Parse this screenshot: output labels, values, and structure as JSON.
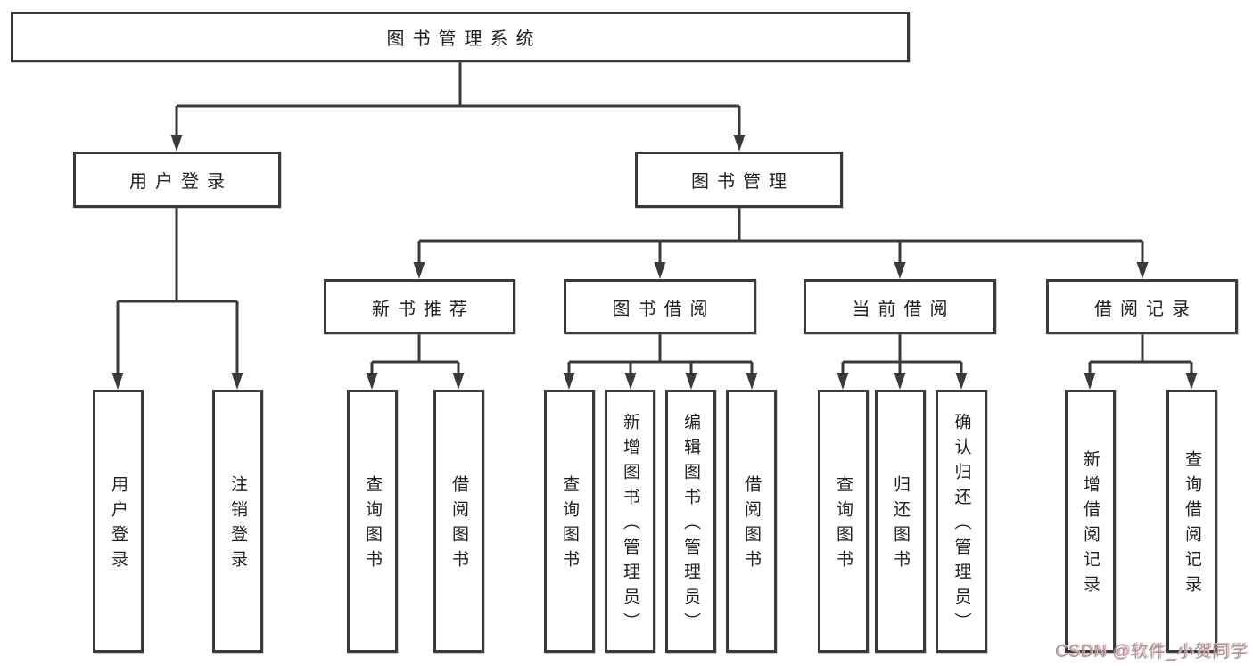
{
  "tree": {
    "root": {
      "label": "图书管理系统",
      "children": [
        {
          "label": "用户登录",
          "children": [
            {
              "label": "用户登录"
            },
            {
              "label": "注销登录"
            }
          ]
        },
        {
          "label": "图书管理",
          "children": [
            {
              "label": "新书推荐",
              "children": [
                {
                  "label": "查询图书"
                },
                {
                  "label": "借阅图书"
                }
              ]
            },
            {
              "label": "图书借阅",
              "children": [
                {
                  "label": "查询图书"
                },
                {
                  "label": "新增图书（管理员）"
                },
                {
                  "label": "编辑图书（管理员）"
                },
                {
                  "label": "借阅图书"
                }
              ]
            },
            {
              "label": "当前借阅",
              "children": [
                {
                  "label": "查询图书"
                },
                {
                  "label": "归还图书"
                },
                {
                  "label": "确认归还（管理员）"
                }
              ]
            },
            {
              "label": "借阅记录",
              "children": [
                {
                  "label": "新增借阅记录"
                },
                {
                  "label": "查询借阅记录"
                }
              ]
            }
          ]
        }
      ]
    }
  },
  "watermark": "CSDN @软件_小贺同学",
  "colors": {
    "page_bg": "#ffffff",
    "line": "#3a3a3a",
    "box_border": "#3a3a3a",
    "box_bg": "#ffffff",
    "text": "#1f1f1f",
    "watermark": "#9c9c9c",
    "watermark_shadow": "#f2aab6"
  }
}
